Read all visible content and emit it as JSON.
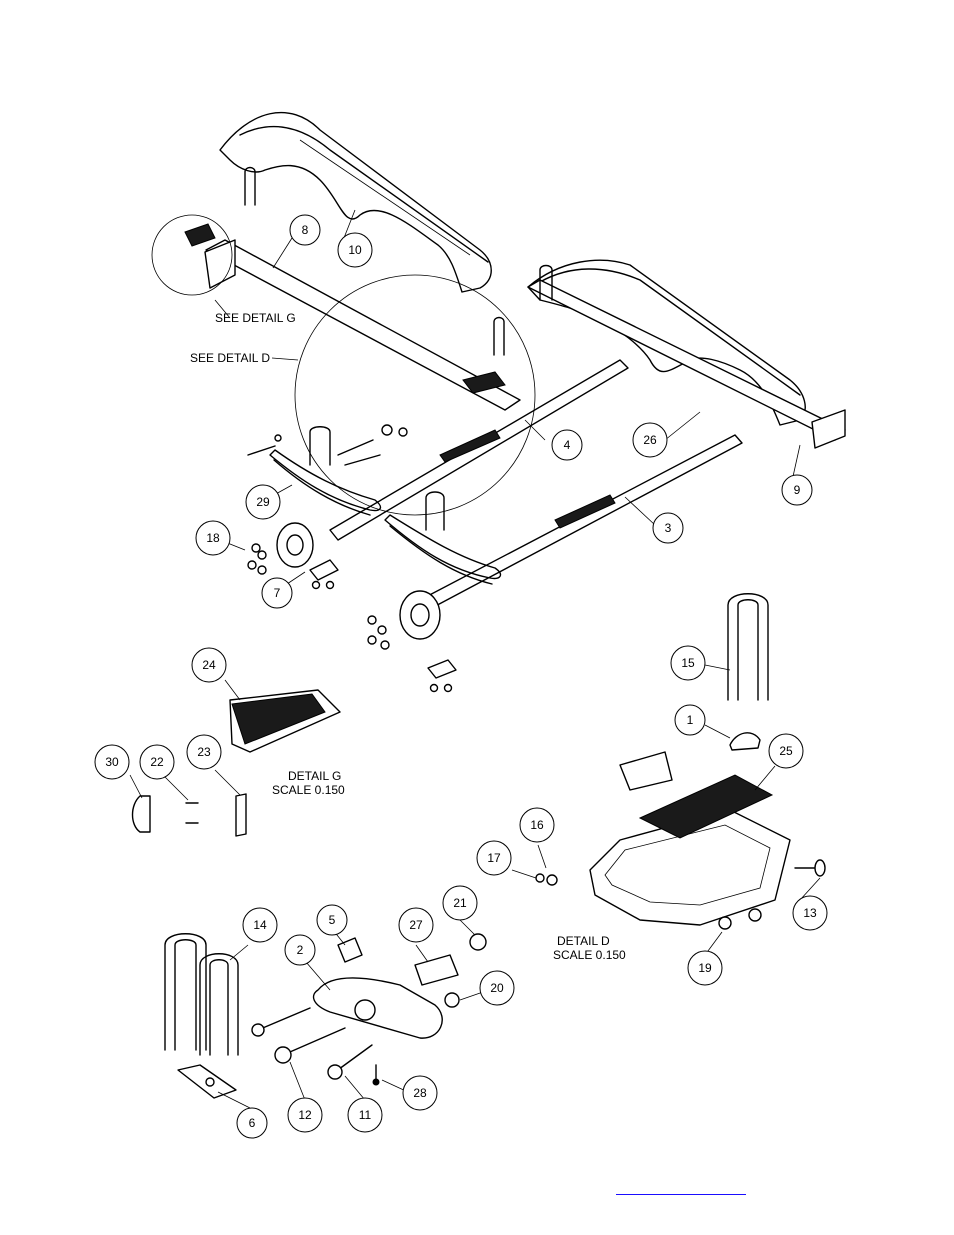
{
  "labels": {
    "see_detail_g": "SEE DETAIL  G",
    "see_detail_d": "SEE DETAIL  D",
    "detail_g_title": "DETAIL  G",
    "detail_g_scale": "SCALE  0.150",
    "detail_d_title": "DETAIL  D",
    "detail_d_scale": "SCALE  0.150"
  },
  "callouts": [
    "1",
    "2",
    "3",
    "4",
    "5",
    "6",
    "7",
    "8",
    "9",
    "10",
    "11",
    "12",
    "13",
    "14",
    "15",
    "16",
    "17",
    "18",
    "19",
    "20",
    "21",
    "22",
    "23",
    "24",
    "25",
    "26",
    "27",
    "28",
    "29",
    "30"
  ],
  "colors": {
    "ink": "#000000",
    "paper": "#ffffff",
    "link": "#1a0dff"
  }
}
